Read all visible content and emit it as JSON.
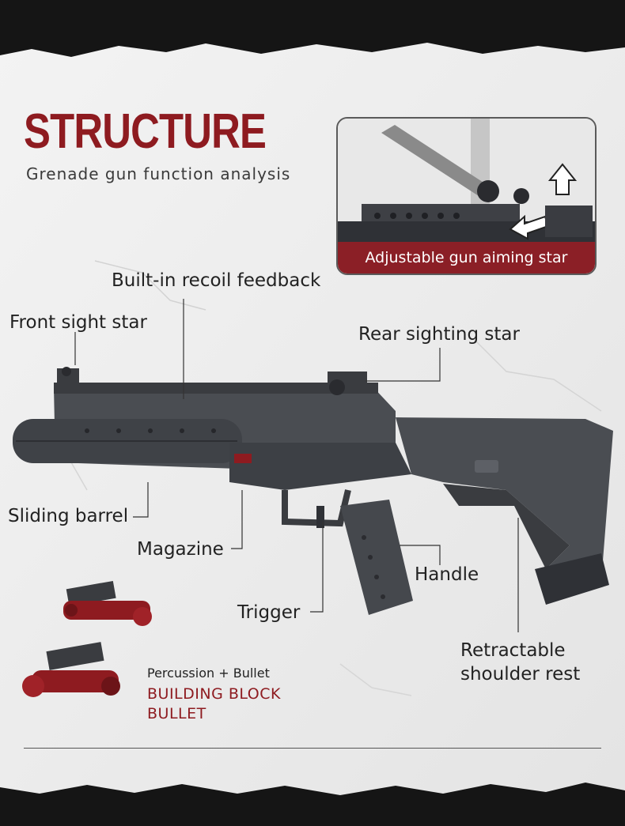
{
  "header": {
    "title": "STRUCTURE",
    "subtitle": "Grenade gun function analysis"
  },
  "inset": {
    "caption": "Adjustable gun aiming star"
  },
  "labels": {
    "recoil": "Built-in recoil feedback",
    "front_sight": "Front sight star",
    "rear_sight": "Rear sighting star",
    "barrel": "Sliding barrel",
    "magazine": "Magazine",
    "handle": "Handle",
    "trigger": "Trigger",
    "shoulder_line1": "Retractable",
    "shoulder_line2": "shoulder rest"
  },
  "bullet": {
    "caption": "Percussion + Bullet",
    "heading_line1": "BUILDING BLOCK",
    "heading_line2": "BULLET"
  },
  "colors": {
    "brand_red": "#8e1b20",
    "caption_bar": "#8b1f26",
    "paper": "#eeeeee",
    "gun_gray": "#4a4d52"
  }
}
